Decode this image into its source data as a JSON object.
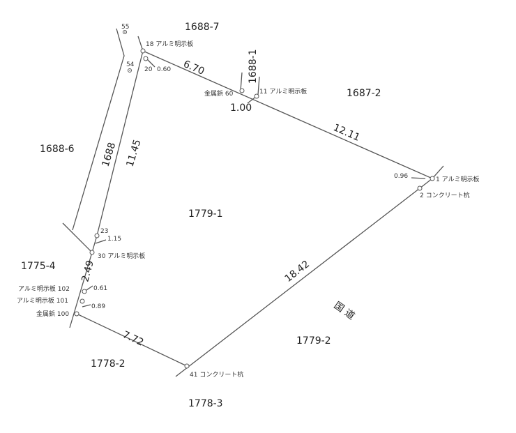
{
  "parcels": {
    "p1688_7": "1688-7",
    "p1687_2": "1687-2",
    "p1688_6": "1688-6",
    "p1779_1": "1779-1",
    "p1775_4": "1775-4",
    "p1778_2": "1778-2",
    "p1779_2": "1779-2",
    "p1778_3": "1778-3",
    "p1688": "1688",
    "p1688_1": "1688-1",
    "road": "国 道"
  },
  "points": {
    "p55": "55",
    "p54": "54",
    "p18": "18 アルミ明示板",
    "p20": "20",
    "p60": "金属鋲 60",
    "p11": "11 アルミ明示板",
    "p1": "1 アルミ明示板",
    "p2": "2 コンクリート杭",
    "p23": "23",
    "p30": "30 アルミ明示板",
    "p102": "アルミ明示板 102",
    "p101": "アルミ明示板 101",
    "p100": "金属鋲 100",
    "p41": "41 コンクリート杭"
  },
  "distances": {
    "d18_11": "6.70",
    "d11_1": "12.11",
    "d2_41": "18.42",
    "d41_100": "7.72",
    "d18_30": "11.45",
    "d30_100": "2.49",
    "o20": "0.60",
    "o60": "1.00",
    "o1": "0.96",
    "o23": "1.15",
    "o102": "0.61",
    "o101": "0.89"
  }
}
